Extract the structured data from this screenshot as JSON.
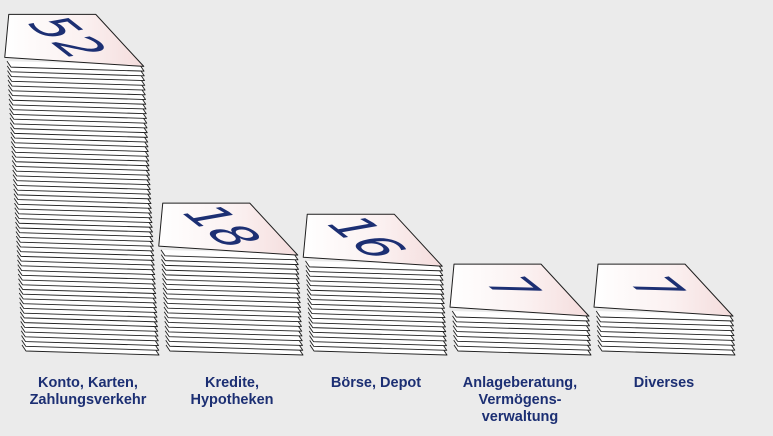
{
  "chart_data": {
    "type": "bar",
    "categories": [
      [
        "Konto, Karten,",
        "Zahlungsverkehr"
      ],
      [
        "Kredite,",
        "Hypotheken"
      ],
      [
        "Börse, Depot"
      ],
      [
        "Anlageberatung,",
        "Vermögens-",
        "verwaltung"
      ],
      [
        "Diverses"
      ]
    ],
    "values": [
      52,
      18,
      16,
      7,
      7
    ],
    "value_labels": [
      "52",
      "18",
      "16",
      "7",
      "7"
    ],
    "grid": false,
    "legend": "none"
  },
  "colors": {
    "background": "#ebebeb",
    "sheet_stroke": "#1f1f1f",
    "sheet_fill": "#ffffff",
    "sheet_tint": "#f6dede",
    "text": "#1c2f73"
  }
}
